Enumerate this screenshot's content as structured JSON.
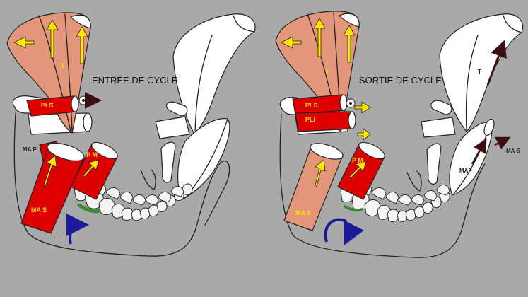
{
  "panels": [
    {
      "title": "ENTRÉE DE CYCLE",
      "labels": {
        "t": "T",
        "pls": "PLS",
        "map": "MA P",
        "pm": "P M",
        "mas": "MA S"
      }
    },
    {
      "title": "SORTIE DE CYCLE",
      "labels": {
        "t": "T",
        "pls": "PLS",
        "pli": "PLI",
        "pm": "P M",
        "mas": "MA S",
        "t_right": "T",
        "map_right": "MAP",
        "mas_right": "MA S"
      }
    }
  ],
  "colors": {
    "background": "#a9a9a9",
    "active_muscle": "#dd0000",
    "relaxed_muscle": "#e3967a",
    "inactive_muscle": "#ffffff",
    "arrow_yellow": "#ffe600",
    "arrow_dark": "#3a1010",
    "rotation_arrow": "#1a1a9a",
    "green_mark": "#3a8a3a"
  }
}
